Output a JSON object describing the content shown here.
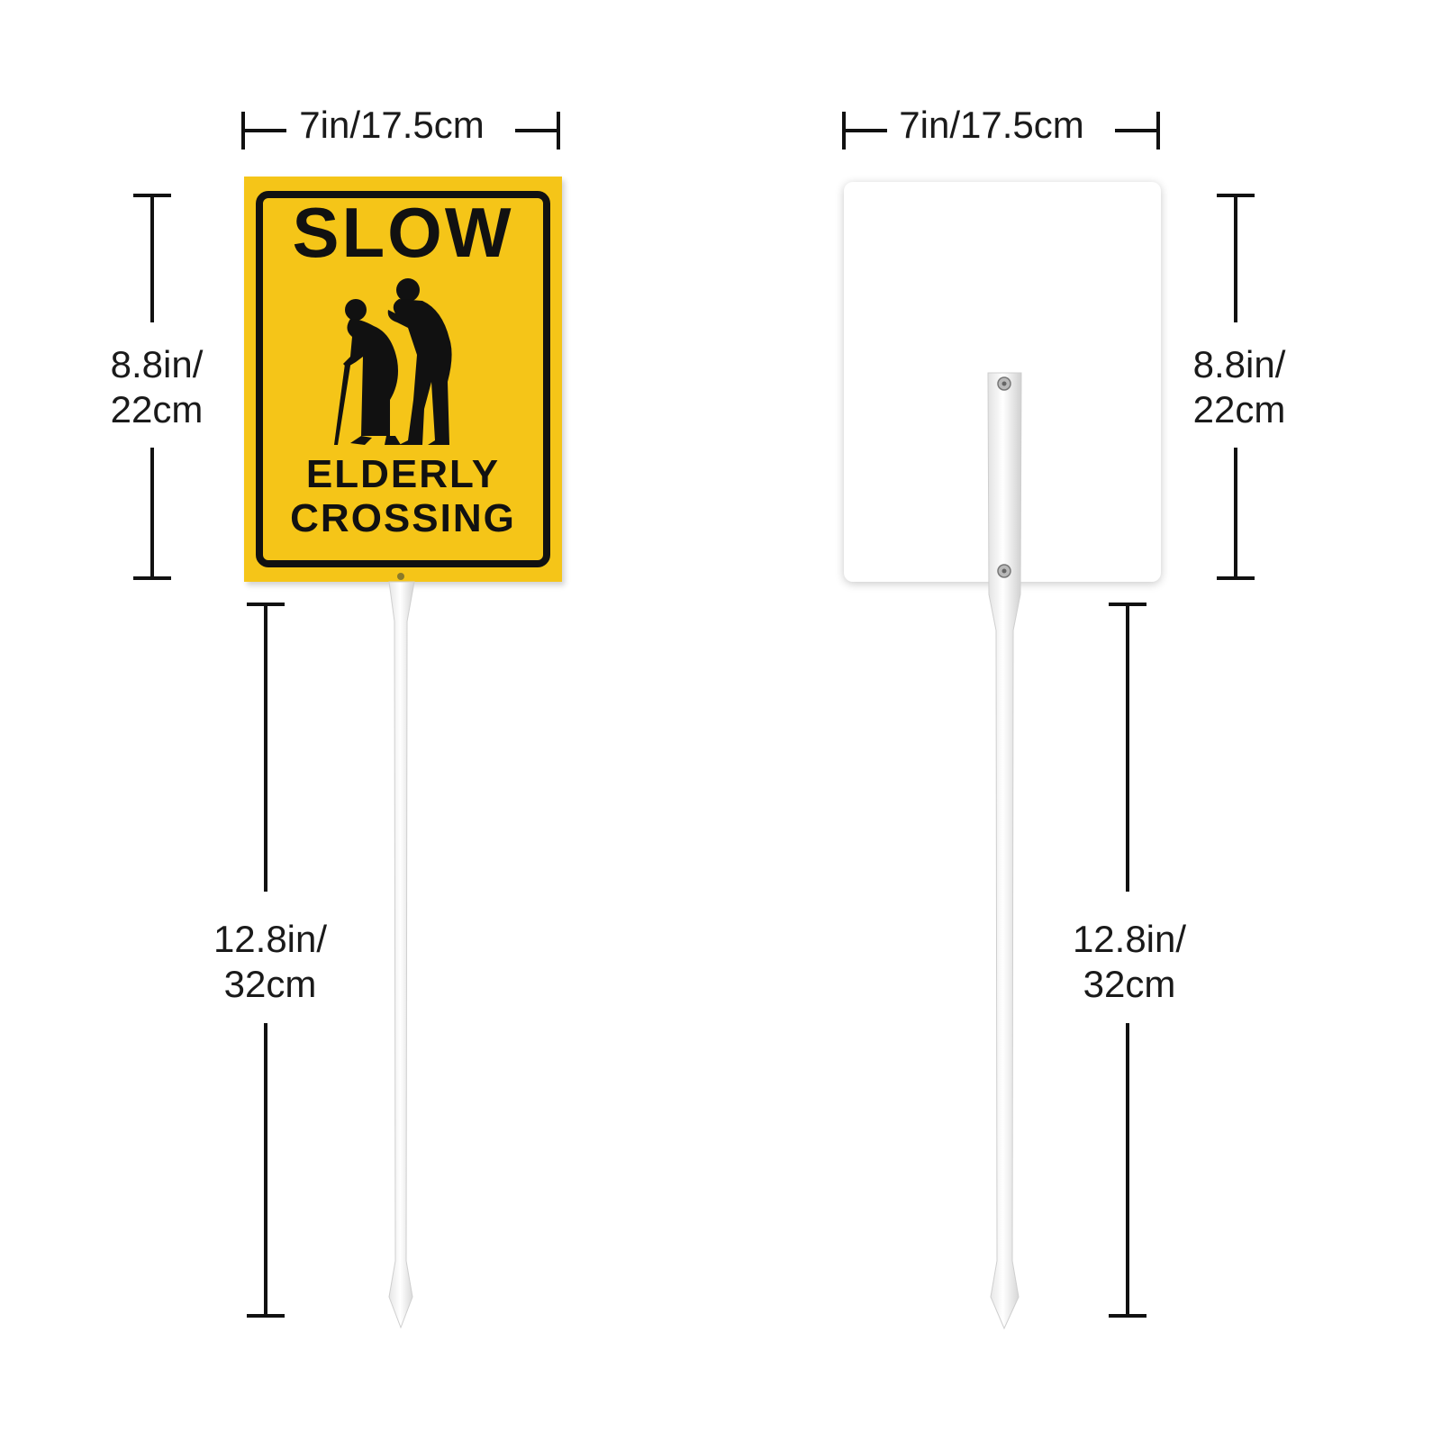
{
  "sign": {
    "title": "SLOW",
    "line1": "ELDERLY",
    "line2": "CROSSING",
    "face_color": "#f5c518",
    "text_color": "#111111",
    "icon": "elderly-couple-silhouette-icon"
  },
  "dimensions": {
    "front_width": "7in/17.5cm",
    "front_height_line1": "8.8in/",
    "front_height_line2": "22cm",
    "front_stake_line1": "12.8in/",
    "front_stake_line2": "32cm",
    "back_width": "7in/17.5cm",
    "back_height_line1": "8.8in/",
    "back_height_line2": "22cm",
    "back_stake_line1": "12.8in/",
    "back_stake_line2": "32cm"
  }
}
